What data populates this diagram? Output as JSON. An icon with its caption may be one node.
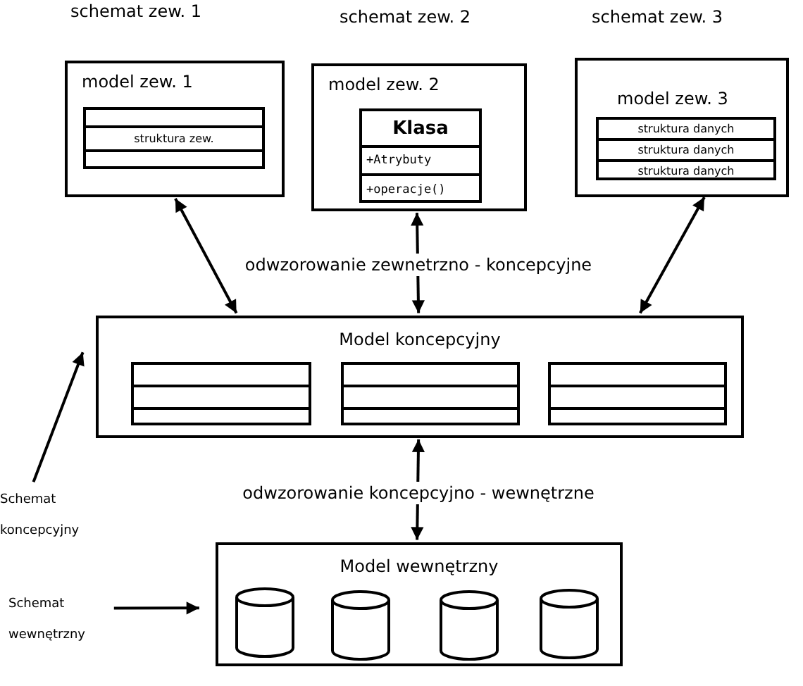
{
  "diagram": {
    "nodes": [
      {
        "text": [
          "model zew. 1"
        ],
        "beside": [
          "schemat zew. 1"
        ]
      },
      {
        "text": [
          "struktura zew."
        ],
        "in": 0
      },
      {
        "text": [
          "model zew. 2"
        ],
        "beside": [
          "schemat zew. 2"
        ]
      },
      {
        "text": [
          "Klasa",
          "+Atrybuty",
          "+operacje()"
        ],
        "in": 2
      },
      {
        "text": [
          "model zew. 3"
        ],
        "beside": [
          "schemat zew. 3"
        ]
      },
      {
        "text": [
          "struktura danych",
          "struktura danych",
          "struktura danych"
        ],
        "in": 4
      },
      {
        "text": [
          "Model koncepcyjny"
        ]
      },
      {
        "text": [],
        "shape": "table",
        "in": 6
      },
      {
        "text": [],
        "shape": "table",
        "in": 6
      },
      {
        "text": [],
        "shape": "table",
        "in": 6
      },
      {
        "text": [
          "Schemat koncepcyjny"
        ]
      },
      {
        "text": [
          "Model wewnętrzny"
        ]
      },
      {
        "text": [],
        "shape": "cylinder",
        "in": 11
      },
      {
        "text": [],
        "shape": "cylinder",
        "in": 11
      },
      {
        "text": [],
        "shape": "cylinder",
        "in": 11
      },
      {
        "text": [],
        "shape": "cylinder",
        "in": 11
      },
      {
        "text": [
          "Schemat wewnętrzny"
        ]
      }
    ],
    "edges": [
      {
        "from": 0,
        "to": 6,
        "arrow": "both"
      },
      {
        "from": 2,
        "to": 6,
        "arrow": "both",
        "label": "odwzorowanie zewnetrzno - koncepcyjne"
      },
      {
        "from": 4,
        "to": 6,
        "arrow": "both"
      },
      {
        "from": 6,
        "to": 11,
        "arrow": "both",
        "label": "odwzorowanie koncepcyjno - wewnętrzne"
      },
      {
        "from": 10,
        "to": 6,
        "arrow": "to"
      },
      {
        "from": 16,
        "to": 11,
        "arrow": "to"
      }
    ]
  }
}
